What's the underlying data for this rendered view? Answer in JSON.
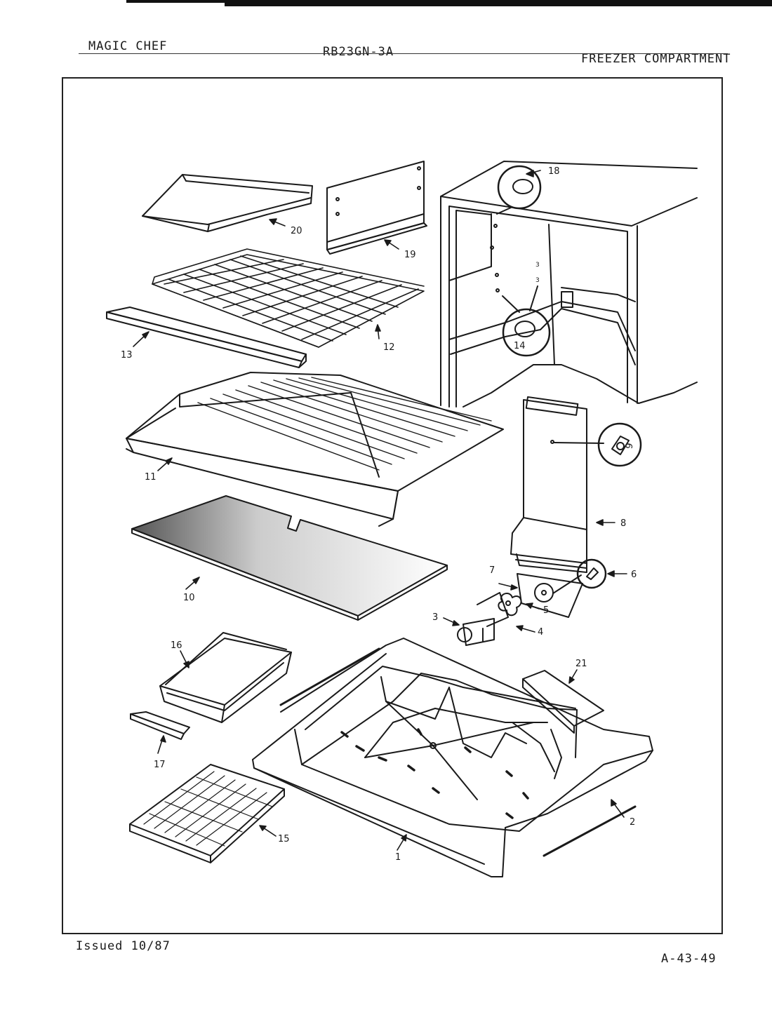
{
  "header": {
    "brand": "MAGIC CHEF",
    "model": "RB23GN-3A",
    "section": "FREEZER COMPARTMENT"
  },
  "footer": {
    "issued": "Issued 10/87",
    "page_code": "A-43-49"
  },
  "callouts": [
    "1",
    "2",
    "3",
    "4",
    "5",
    "6",
    "7",
    "8",
    "9",
    "10",
    "11",
    "12",
    "13",
    "14",
    "15",
    "16",
    "17",
    "18",
    "19",
    "20",
    "21"
  ],
  "colors": {
    "ink": "#1a1a1a",
    "paper": "#ffffff"
  }
}
